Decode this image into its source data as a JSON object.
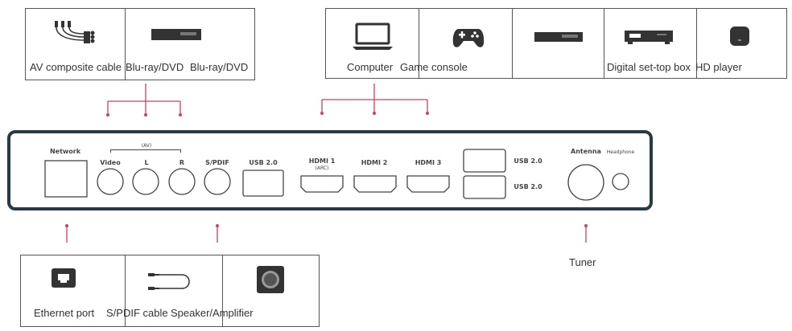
{
  "top_left_group": {
    "caption_1": "AV composite cable",
    "caption_2": "Blu-ray/DVD",
    "caption_3": "Blu-ray/DVD",
    "icons": [
      "av-cable-icon",
      "bluray-player-icon"
    ]
  },
  "top_right_group": {
    "caption_1": "Computer",
    "caption_2": "Game console",
    "caption_3": "Digital set-top box",
    "caption_4": "HD player",
    "icons": [
      "laptop-icon",
      "gamepad-icon",
      "dvd-player-icon",
      "set-top-box-icon",
      "hd-player-icon"
    ]
  },
  "panel": {
    "network": "Network",
    "av_group": "(AV)",
    "video": "Video",
    "l": "L",
    "r": "R",
    "spdif": "S/PDIF",
    "usb_main": "USB 2.0",
    "hdmi1": "HDMI 1",
    "hdmi1_sub": "(ARC)",
    "hdmi2": "HDMI 2",
    "hdmi3": "HDMI 3",
    "usb_top": "USB 2.0",
    "usb_bottom": "USB 2.0",
    "antenna": "Antenna",
    "headphone": "Headphone"
  },
  "bottom_group": {
    "caption_1": "Ethernet port",
    "caption_2": "S/PDIF cable",
    "caption_3": "Speaker/Amplifier",
    "icons": [
      "ethernet-port-icon",
      "spdif-cable-icon",
      "speaker-icon"
    ]
  },
  "tuner": {
    "label": "Tuner"
  },
  "colors": {
    "connector_line": "#d0405a",
    "panel_border": "#2a3a44",
    "box_border": "#555555"
  }
}
